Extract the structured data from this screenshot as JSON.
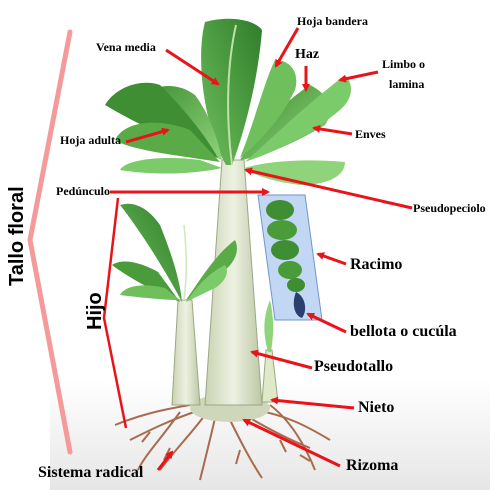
{
  "labels": {
    "hoja_bandera": "Hoja bandera",
    "vena_media": "Vena media",
    "haz": "Haz",
    "limbo": "Limbo o",
    "lamina": "lamina",
    "hoja_adulta": "Hoja adulta",
    "enves": "Enves",
    "pedunculo": "Pedúnculo",
    "pseudopeciolo": "Pseudopeciolo",
    "racimo": "Racimo",
    "bellota": "bellota o cucúla",
    "pseudotallo": "Pseudotallo",
    "nieto": "Nieto",
    "rizoma": "Rizoma",
    "sistema_radical": "Sistema radical",
    "tallo_floral": "Tallo floral",
    "hijo": "Hijo"
  },
  "colors": {
    "arrow": "#e8141a",
    "bracket": "#f49a9a",
    "leaf": "#4a9c3a",
    "leaf_light": "#7ccb6a",
    "stem": "#d8e2c4",
    "root": "#a86b4e",
    "bunch_box": "#8fb6ea"
  }
}
